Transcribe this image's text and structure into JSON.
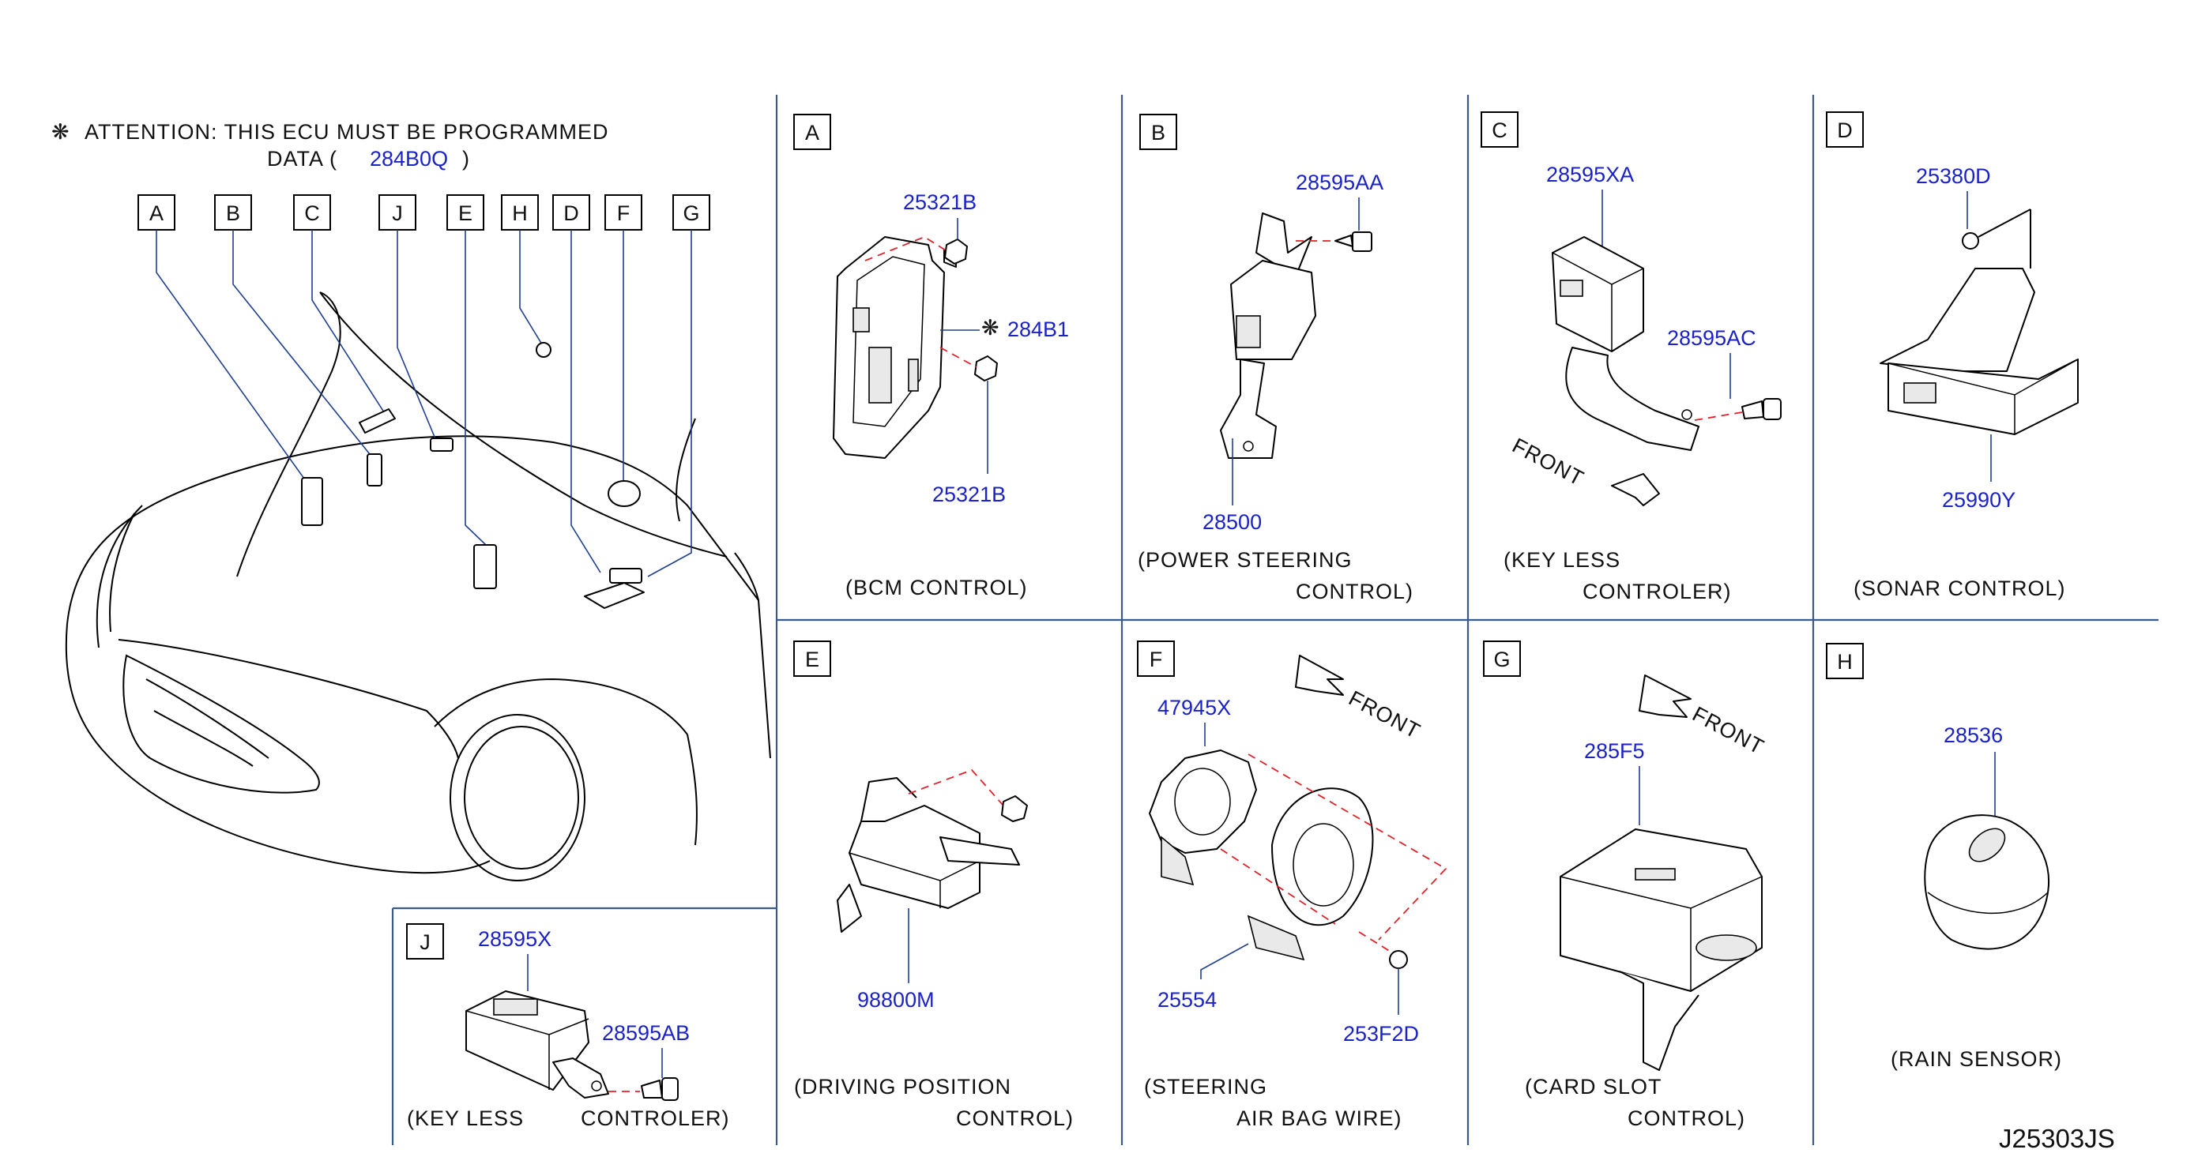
{
  "attention": {
    "symbol": "❋",
    "line1": "ATTENTION:  THIS  ECU  MUST  BE  PROGRAMMED",
    "data_label": "DATA  (",
    "data_code": "284B0Q",
    "data_close": ")"
  },
  "locator_labels": [
    "A",
    "B",
    "C",
    "J",
    "E",
    "H",
    "D",
    "F",
    "G"
  ],
  "panels": {
    "A": {
      "letter": "A",
      "nut_top": "25321B",
      "bcm": "284B1",
      "bcm_symbol": "❋",
      "nut_bottom": "25321B",
      "caption": "(BCM   CONTROL)"
    },
    "B": {
      "letter": "B",
      "screw": "28595AA",
      "unit": "28500",
      "caption1": "(POWER   STEERING",
      "caption2": "CONTROL)"
    },
    "C": {
      "letter": "C",
      "unit": "28595XA",
      "screw": "28595AC",
      "front": "FRONT",
      "caption1": "(KEY   LESS",
      "caption2": "CONTROLER)"
    },
    "D": {
      "letter": "D",
      "screw": "25380D",
      "unit": "25990Y",
      "caption": "(SONAR   CONTROL)"
    },
    "E": {
      "letter": "E",
      "unit": "98800M",
      "caption1": "(DRIVING   POSITION",
      "caption2": "CONTROL)"
    },
    "F": {
      "letter": "F",
      "sensor": "47945X",
      "wire": "25554",
      "screw": "253F2D",
      "front": "FRONT",
      "caption1": "(STEERING",
      "caption2": "AIR   BAG   WIRE)"
    },
    "G": {
      "letter": "G",
      "unit": "285F5",
      "front": "FRONT",
      "caption1": "(CARD   SLOT",
      "caption2": "CONTROL)"
    },
    "H": {
      "letter": "H",
      "unit": "28536",
      "caption": "(RAIN   SENSOR)"
    },
    "J": {
      "letter": "J",
      "unit": "28595X",
      "screw": "28595AB",
      "caption1": "(KEY   LESS",
      "caption2": "CONTROLER)"
    }
  },
  "diagram_code": "J25303JS"
}
